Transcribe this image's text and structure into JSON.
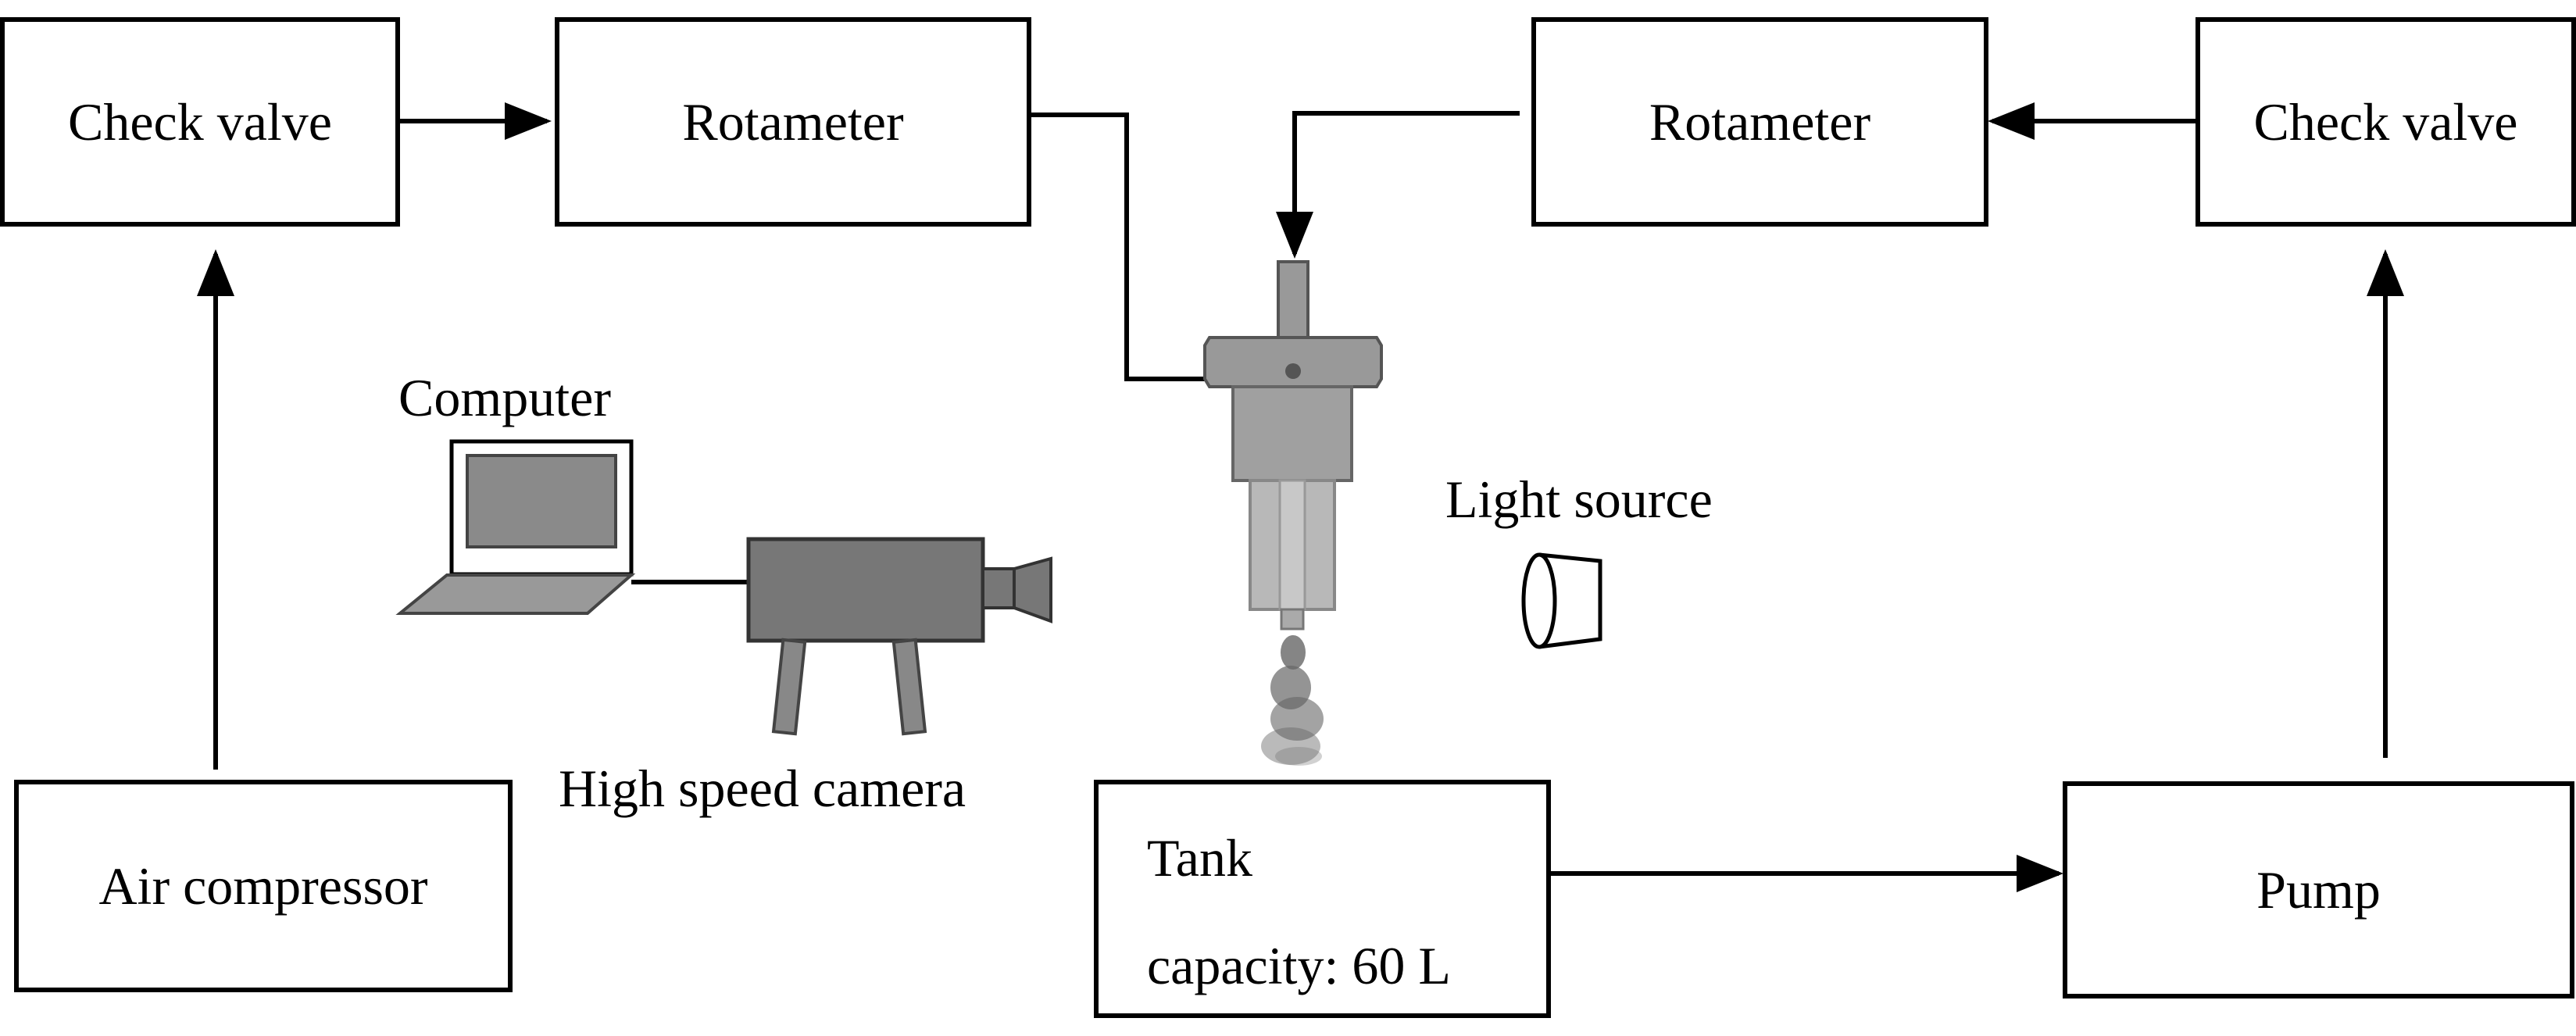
{
  "labels": {
    "check_valve_left": "Check valve",
    "rotameter_left": "Rotameter",
    "rotameter_right": "Rotameter",
    "check_valve_right": "Check valve",
    "computer": "Computer",
    "light_source": "Light source",
    "high_speed_camera": "High speed camera",
    "air_compressor": "Air compressor",
    "tank_line1": "Tank",
    "tank_line2": "capacity: 60 L",
    "pump": "Pump"
  },
  "icons": [
    "computer-icon",
    "camera-icon",
    "nozzle-icon",
    "spray-icon",
    "light-source-icon"
  ],
  "colors": {
    "line": "#000000",
    "device_gray": "#8a8a8a",
    "device_dark": "#555555"
  }
}
